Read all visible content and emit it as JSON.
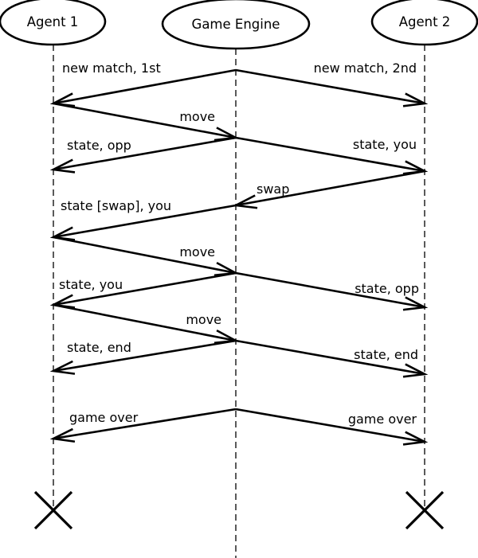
{
  "participants": [
    {
      "id": "a1",
      "label": "Agent 1"
    },
    {
      "id": "ge",
      "label": "Game Engine"
    },
    {
      "id": "a2",
      "label": "Agent 2"
    }
  ],
  "messages": [
    {
      "from": "ge",
      "to": "a1",
      "label": "new match, 1st"
    },
    {
      "from": "ge",
      "to": "a2",
      "label": "new match, 2nd"
    },
    {
      "from": "a1",
      "to": "ge",
      "label": "move"
    },
    {
      "from": "ge",
      "to": "a1",
      "label": "state, opp"
    },
    {
      "from": "ge",
      "to": "a2",
      "label": "state, you"
    },
    {
      "from": "a2",
      "to": "ge",
      "label": "swap"
    },
    {
      "from": "ge",
      "to": "a1",
      "label": "state [swap], you"
    },
    {
      "from": "a1",
      "to": "ge",
      "label": "move"
    },
    {
      "from": "ge",
      "to": "a1",
      "label": "state, you"
    },
    {
      "from": "ge",
      "to": "a2",
      "label": "state, opp"
    },
    {
      "from": "a1",
      "to": "ge",
      "label": "move"
    },
    {
      "from": "ge",
      "to": "a1",
      "label": "state, end"
    },
    {
      "from": "ge",
      "to": "a2",
      "label": "state, end"
    },
    {
      "from": "ge",
      "to": "a1",
      "label": "game over"
    },
    {
      "from": "ge",
      "to": "a2",
      "label": "game over"
    }
  ],
  "terminated": [
    "a1",
    "a2"
  ]
}
